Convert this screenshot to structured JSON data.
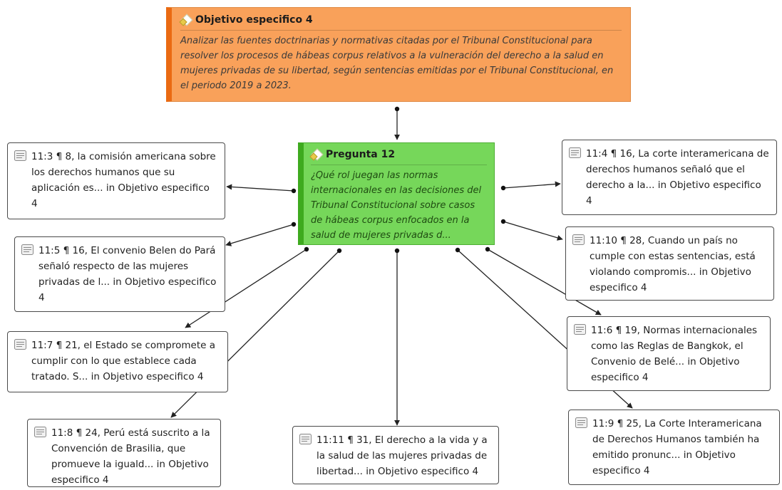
{
  "objective": {
    "title": "Objetivo especifico 4",
    "body": "Analizar las fuentes doctrinarias y normativas citadas por el Tribunal Constitucional para resolver los procesos de hábeas corpus relativos a la vulneración del derecho a la salud en mujeres privadas de su libertad, según sentencias emitidas por el Tribunal Constitucional, en el periodo 2019 a 2023."
  },
  "question": {
    "title": "Pregunta 12",
    "body": "¿Qué rol juegan las normas internacionales en las decisiones del Tribunal Constitucional sobre casos de hábeas corpus enfocados en la salud de mujeres privadas d..."
  },
  "quotes": [
    {
      "id": "q-11-3",
      "text": "11:3 ¶ 8, la comisión americana sobre los derechos humanos que su aplicación es... in Objetivo especifico 4"
    },
    {
      "id": "q-11-5",
      "text": "11:5 ¶ 16, El convenio Belen do Pará señaló respecto de las mujeres privadas de l... in Objetivo especifico 4"
    },
    {
      "id": "q-11-7",
      "text": "11:7 ¶ 21, el Estado se compromete a cumplir con lo que establece cada tratado. S... in Objetivo especifico 4"
    },
    {
      "id": "q-11-8",
      "text": "11:8 ¶ 24, Perú está suscrito a la Convención de Brasilia, que promueve la iguald... in Objetivo especifico 4"
    },
    {
      "id": "q-11-11",
      "text": "11:11 ¶ 31, El derecho a la vida y a la salud de las mujeres privadas de libertad... in Objetivo especifico 4"
    },
    {
      "id": "q-11-4",
      "text": "11:4 ¶ 16, La corte interamericana de derechos humanos señaló que el derecho a la... in Objetivo especifico 4"
    },
    {
      "id": "q-11-10",
      "text": "11:10 ¶ 28, Cuando un país no cumple con estas sentencias, está violando compromis... in Objetivo especifico 4"
    },
    {
      "id": "q-11-6",
      "text": "11:6 ¶ 19, Normas internacionales como las Reglas de Bangkok, el Convenio de Belé... in Objetivo especifico 4"
    },
    {
      "id": "q-11-9",
      "text": "11:9 ¶ 25, La Corte Interamericana de Derechos Humanos también ha emitido pronunc... in Objetivo especifico 4"
    }
  ],
  "colors": {
    "objective_fill": "#f9a15a",
    "objective_accent": "#ea6a12",
    "question_fill": "#76d75a",
    "question_accent": "#3eaa1e",
    "link": "#222222"
  }
}
